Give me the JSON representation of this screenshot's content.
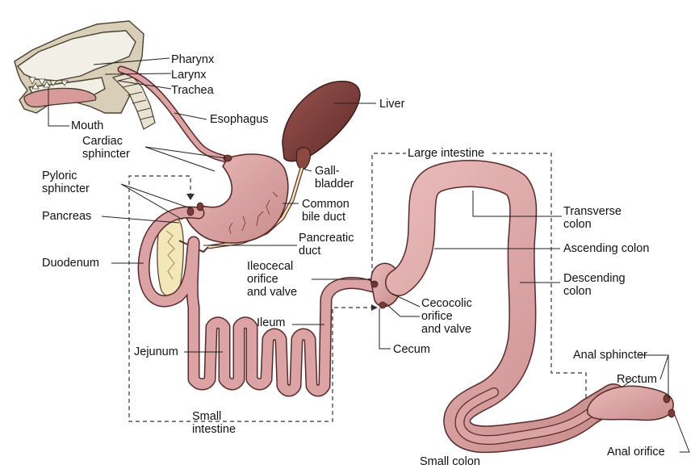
{
  "labels": {
    "pharynx": "Pharynx",
    "larynx": "Larynx",
    "trachea": "Trachea",
    "mouth": "Mouth",
    "esophagus": "Esophagus",
    "liver": "Liver",
    "cardiac_sphincter": "Cardiac\nsphincter",
    "gallbladder": "Gall-\nbladder",
    "large_intestine": "Large intestine",
    "pyloric_sphincter": "Pyloric\nsphincter",
    "common_bile_duct": "Common\nbile duct",
    "transverse_colon": "Transverse\ncolon",
    "pancreas": "Pancreas",
    "pancreatic_duct": "Pancreatic\nduct",
    "ascending_colon": "Ascending colon",
    "duodenum": "Duodenum",
    "ileocecal": "Ileocecal\norifice\nand valve",
    "descending_colon": "Descending\ncolon",
    "cecocolic": "Cecocolic\norifice\nand valve",
    "ileum": "Ileum",
    "jejunum": "Jejunum",
    "cecum": "Cecum",
    "anal_sphincter": "Anal sphincter",
    "rectum": "Rectum",
    "small_intestine": "Small\nintestine",
    "anal_orifice": "Anal orifice",
    "small_colon": "Small colon"
  },
  "colors": {
    "gut_fill": "#dba3a3",
    "gut_stroke": "#5a2a2a",
    "liver_fill": "#7a3a36",
    "skull_fill": "#f2efe6",
    "head_fill": "#d9cfb9",
    "pancreas_fill": "#f3e6b8",
    "leader_line": "#222222"
  }
}
